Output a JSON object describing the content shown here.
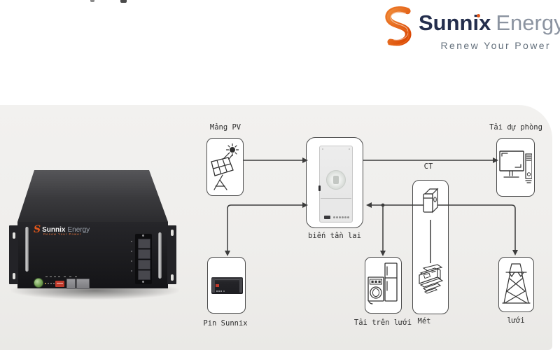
{
  "header": {
    "brand": "Sunnix",
    "brand_suffix": "Energy",
    "tagline": "Renew Your Power"
  },
  "battery_unit": {
    "brand": "Sunnix",
    "brand_suffix": "Energy",
    "tagline": "Renew Your Power"
  },
  "diagram": {
    "labels": {
      "pv": "Mảng PV",
      "inverter": "biến tần lai",
      "backup_load": "Tải dự phòng",
      "ct": "CT",
      "meter": "Mét",
      "battery": "Pin Sunnix",
      "ongrid_load": "Tải trên lưới",
      "grid": "lưới"
    }
  },
  "colors": {
    "accent_orange": "#e2571b",
    "brand_navy": "#242e4d",
    "brand_gray": "#8b93a0",
    "diagram_line": "#3c3c3c",
    "panel_background": "#efeeec"
  }
}
